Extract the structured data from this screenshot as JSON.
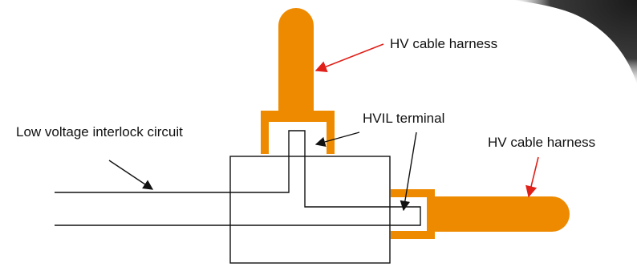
{
  "labels": {
    "hv_cable_top": "HV cable harness",
    "hvil_terminal": "HVIL terminal",
    "low_voltage_circuit": "Low voltage interlock circuit",
    "hv_cable_right": "HV cable harness"
  },
  "colors": {
    "cable_orange": "#EE8A00",
    "wire_black": "#111111",
    "arrow_red": "#E0211A",
    "dark_corner": "#2a2a2a"
  }
}
